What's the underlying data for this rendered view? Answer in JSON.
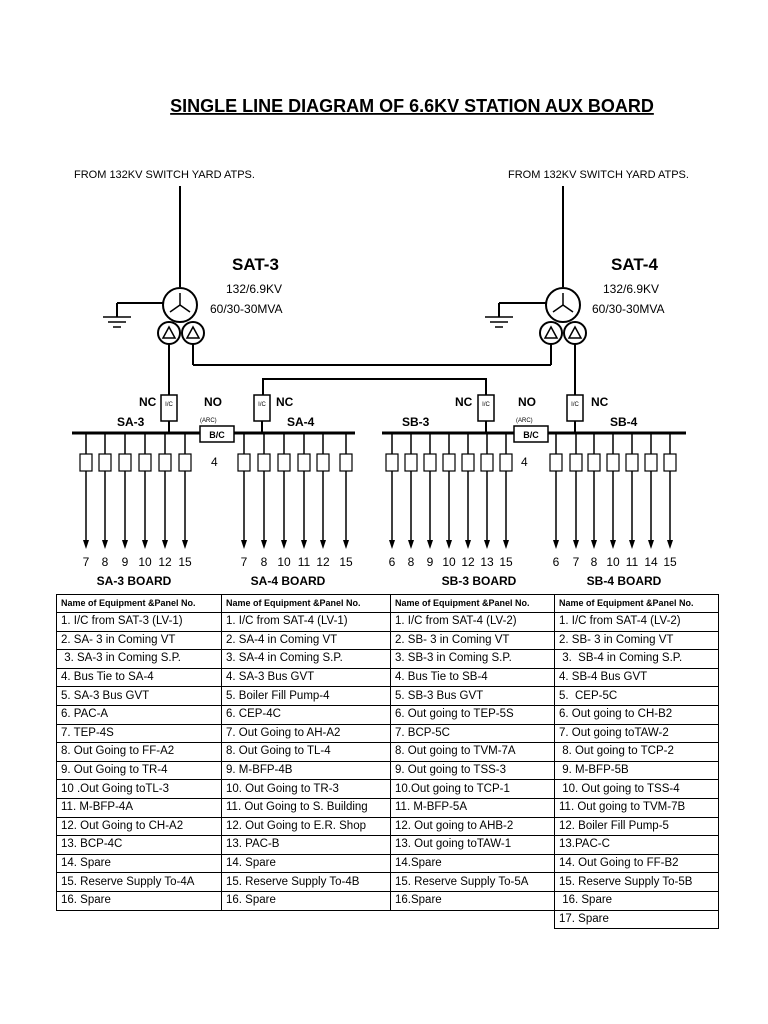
{
  "title": "SINGLE LINE DIAGRAM OF 6.6KV STATION AUX BOARD",
  "sources": {
    "left": "FROM 132KV SWITCH YARD ATPS.",
    "right": "FROM 132KV SWITCH YARD ATPS."
  },
  "transformers": [
    {
      "name": "SAT-3",
      "voltage": "132/6.9KV",
      "rating": "60/30-30MVA"
    },
    {
      "name": "SAT-4",
      "voltage": "132/6.9KV",
      "rating": "60/30-30MVA"
    }
  ],
  "breaker_labels": {
    "sa3_ic_state": "NC",
    "sa4_ic_state": "NC",
    "sa_bc_state": "NO",
    "sb3_ic_state": "NC",
    "sb_bc_state": "NO",
    "sb4_ic_state": "NC",
    "ic_text": "I/C",
    "arc": "(ARC)",
    "bus_coupler": "B/C",
    "bus_coupler_number": "4"
  },
  "sections": {
    "sa3": "SA-3",
    "sa4": "SA-4",
    "sb3": "SB-3",
    "sb4": "SB-4"
  },
  "feeder_numbers": {
    "sa3": [
      "7",
      "8",
      "9",
      "10",
      "12",
      "15"
    ],
    "sa4": [
      "7",
      "8",
      "10",
      "11",
      "12",
      "15"
    ],
    "sb3": [
      "6",
      "8",
      "9",
      "10",
      "12",
      "13",
      "15"
    ],
    "sb4": [
      "6",
      "7",
      "8",
      "10",
      "11",
      "14",
      "15"
    ]
  },
  "boards": {
    "sa3": "SA-3 BOARD",
    "sa4": "SA-4 BOARD",
    "sb3": "SB-3 BOARD",
    "sb4": "SB-4 BOARD"
  },
  "table": {
    "headers": [
      "Name of Equipment &Panel No.",
      "Name of Equipment &Panel No.",
      "Name of Equipment &Panel No.",
      "Name of Equipment &Panel No."
    ],
    "rows": [
      [
        "1. I/C from SAT-3 (LV-1)",
        "1. I/C from SAT-4 (LV-1)",
        "1. I/C from SAT-4 (LV-2)",
        "1. I/C from SAT-4 (LV-2)"
      ],
      [
        "2. SA- 3 in Coming VT",
        "2. SA-4 in Coming VT",
        "2. SB- 3 in Coming VT",
        "2. SB- 3 in Coming VT"
      ],
      [
        " 3. SA-3 in Coming S.P.",
        "3. SA-4 in Coming S.P.",
        "3. SB-3 in Coming S.P.",
        " 3.  SB-4 in Coming S.P."
      ],
      [
        "4. Bus Tie to SA-4",
        "4. SA-3 Bus GVT",
        "4. Bus Tie to SB-4",
        "4. SB-4 Bus GVT"
      ],
      [
        "5. SA-3 Bus GVT",
        "5. Boiler Fill Pump-4",
        "5. SB-3 Bus GVT",
        "5.  CEP-5C"
      ],
      [
        "6. PAC-A",
        "6. CEP-4C",
        "6. Out going to TEP-5S",
        "6. Out going to CH-B2"
      ],
      [
        "7. TEP-4S",
        "7. Out Going to AH-A2",
        "7. BCP-5C",
        "7. Out going toTAW-2"
      ],
      [
        "8. Out Going to FF-A2",
        "8. Out Going to TL-4",
        "8. Out going to TVM-7A",
        " 8. Out going to TCP-2"
      ],
      [
        "9. Out Going to TR-4",
        "9. M-BFP-4B",
        "9. Out going to TSS-3",
        " 9. M-BFP-5B"
      ],
      [
        "10 .Out Going toTL-3",
        "10. Out Going to TR-3",
        "10.Out going to TCP-1",
        " 10. Out going to TSS-4"
      ],
      [
        "11. M-BFP-4A",
        "11. Out Going to S. Building",
        "11. M-BFP-5A",
        "11. Out going to TVM-7B"
      ],
      [
        "12. Out Going to CH-A2",
        "12. Out Going to E.R. Shop",
        "12. Out going to AHB-2",
        "12. Boiler Fill Pump-5"
      ],
      [
        "13. BCP-4C",
        "13. PAC-B",
        "13. Out going toTAW-1",
        "13.PAC-C"
      ],
      [
        "14. Spare",
        "14. Spare",
        "14.Spare",
        "14. Out Going to FF-B2"
      ],
      [
        "15. Reserve Supply To-4A",
        "15. Reserve Supply To-4B",
        "15. Reserve Supply To-5A",
        "15. Reserve Supply To-5B"
      ],
      [
        "16. Spare",
        "16. Spare",
        "16.Spare",
        " 16. Spare"
      ],
      [
        "",
        "",
        "",
        "17. Spare"
      ]
    ]
  }
}
